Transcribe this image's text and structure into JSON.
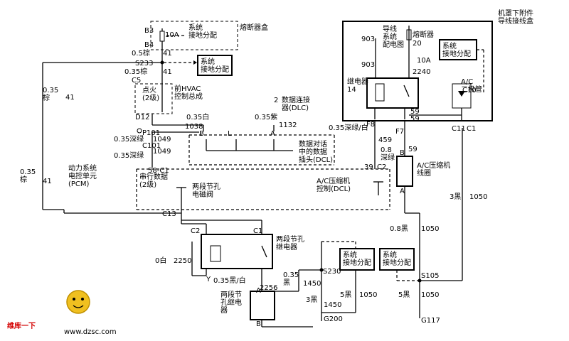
{
  "fuse_block": {
    "title": "熔断器盒",
    "pin_top": "B3",
    "pin_bottom": "B4",
    "rating": "10A",
    "ground_label": "系统\n接地分配"
  },
  "underhood": {
    "title": "机罩下附件\n导线接线盒",
    "diagram_ref": "导线\n系统\n配电图",
    "fuse_label": "熔断器",
    "fuse_num": "20",
    "rating": "10A",
    "wire_903a": "903",
    "wire_903b": "903",
    "wire_2240": "2240",
    "relay_label": "继电器\n14",
    "diode_label": "A/C\n二极管",
    "ground_label": "系统\n接地分配",
    "pin_c10": "C10",
    "wire_59a": "59",
    "wire_59b": "59",
    "pin_c11": "C11"
  },
  "wires": {
    "w1": "0.5棕",
    "w1n": "41",
    "w2": "0.35棕",
    "w2n": "41",
    "w3": "0.35白",
    "w3n": "1038",
    "w4": "0.35紫",
    "w4n": "1132",
    "w5": "0.35深绿",
    "w5n": "1049",
    "w6": "0.35深绿",
    "w6n": "1049",
    "left_a": "0.35\n棕",
    "left_a_n": "41",
    "left_b": "0.35\n棕",
    "left_b_n": "41",
    "w_2250": "2250",
    "w_white": "0白",
    "w_blkwht": "0.35黑/白",
    "w_2256": "2256",
    "w_035blk": "0.35\n黑",
    "w_1450": "1450",
    "w_3blk_1450": "3黑",
    "w_1450b": "1450",
    "w_5blk": "5黑",
    "w_1050a": "1050",
    "w_08blk": "0.8黑",
    "w_1050b": "1050",
    "w_3blk": "3黑",
    "w_1050c": "1050",
    "w_5blk2": "5黑",
    "w_1050d": "1050",
    "w_459": "459",
    "w_08dg": "0.8\n深绿",
    "w_035dg": "0.35深绿/白",
    "w_59": "59"
  },
  "connectors": {
    "s233": "S233",
    "c5": "C5",
    "d12": "D12",
    "p101": "P101",
    "c101": "C101",
    "pin_58c1": "58-C1",
    "c13": "C13",
    "c2": "C2",
    "c1": "C1",
    "y": "Y",
    "b_relay": "B",
    "a_relay": "A",
    "f7": "F7",
    "f8": "F8",
    "c2b": "C2",
    "pin39": "39",
    "c1b": "C1",
    "b_coil": "B",
    "a_coil": "A",
    "s230": "S230",
    "g200": "G200",
    "s105": "S105",
    "g117": "G117",
    "b_dlc": "B",
    "l_dlc": "L",
    "a_dlc": "A",
    "pin2": "2"
  },
  "modules": {
    "ignition": "点火\n(2级)",
    "hvac": "前HVAC\n控制总成",
    "dlc_title": "数据连接\n器(DLC)",
    "dlc_inner": "数据对话\n中的数据\n插头(DCL)",
    "pcm": "动力系统\n电控单元\n(PCM)",
    "serial": "串行数据\n(2级)",
    "solenoid": "两段节孔\n电磁阀",
    "ac_ctrl": "A/C压缩机\n控制(DCL)",
    "ac_coil": "A/C压缩机\n线圈",
    "relay2": "两段节孔\n继电器",
    "relay3": "两段节\n孔继电\n器",
    "ground1": "系统\n接地分配",
    "ground2": "系统\n接地分配",
    "ground3": "系统\n接地分配",
    "ground4": "系统\n接地分配"
  },
  "watermark": {
    "brand": "维库一下",
    "url": "www.dzsc.com"
  }
}
